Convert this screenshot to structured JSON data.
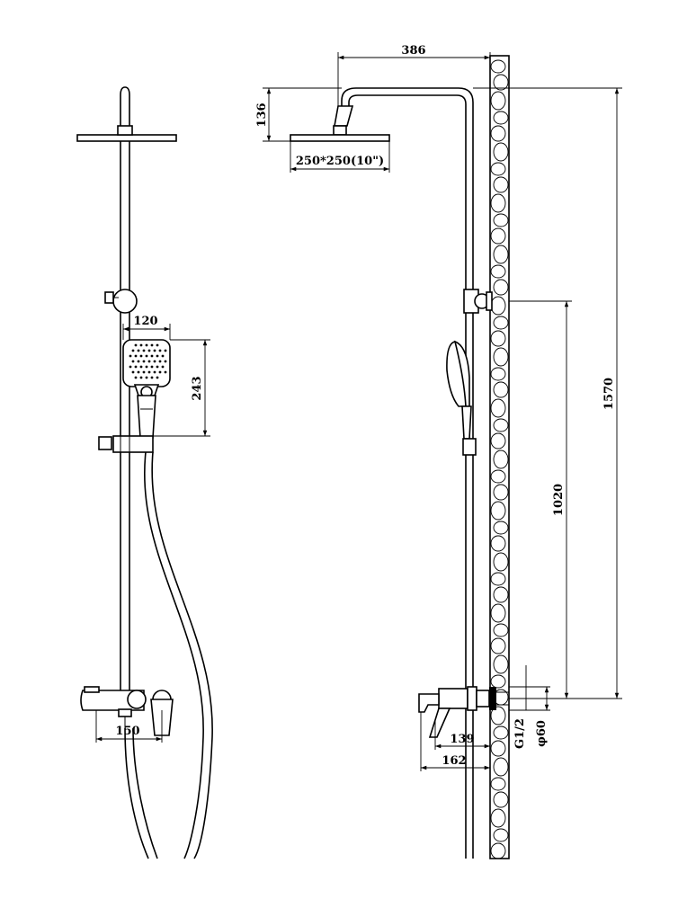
{
  "dimensions": {
    "arm_length": "386",
    "head_drop": "136",
    "head_size": "250*250(10\")",
    "total_height": "1570",
    "mixer_to_bracket": "1020",
    "handheld_width": "120",
    "handheld_height": "243",
    "mixer_spacing": "150",
    "spout_depth_139": "139",
    "spout_depth_162": "162",
    "thread": "G1/2",
    "flange_diameter": "φ60"
  }
}
